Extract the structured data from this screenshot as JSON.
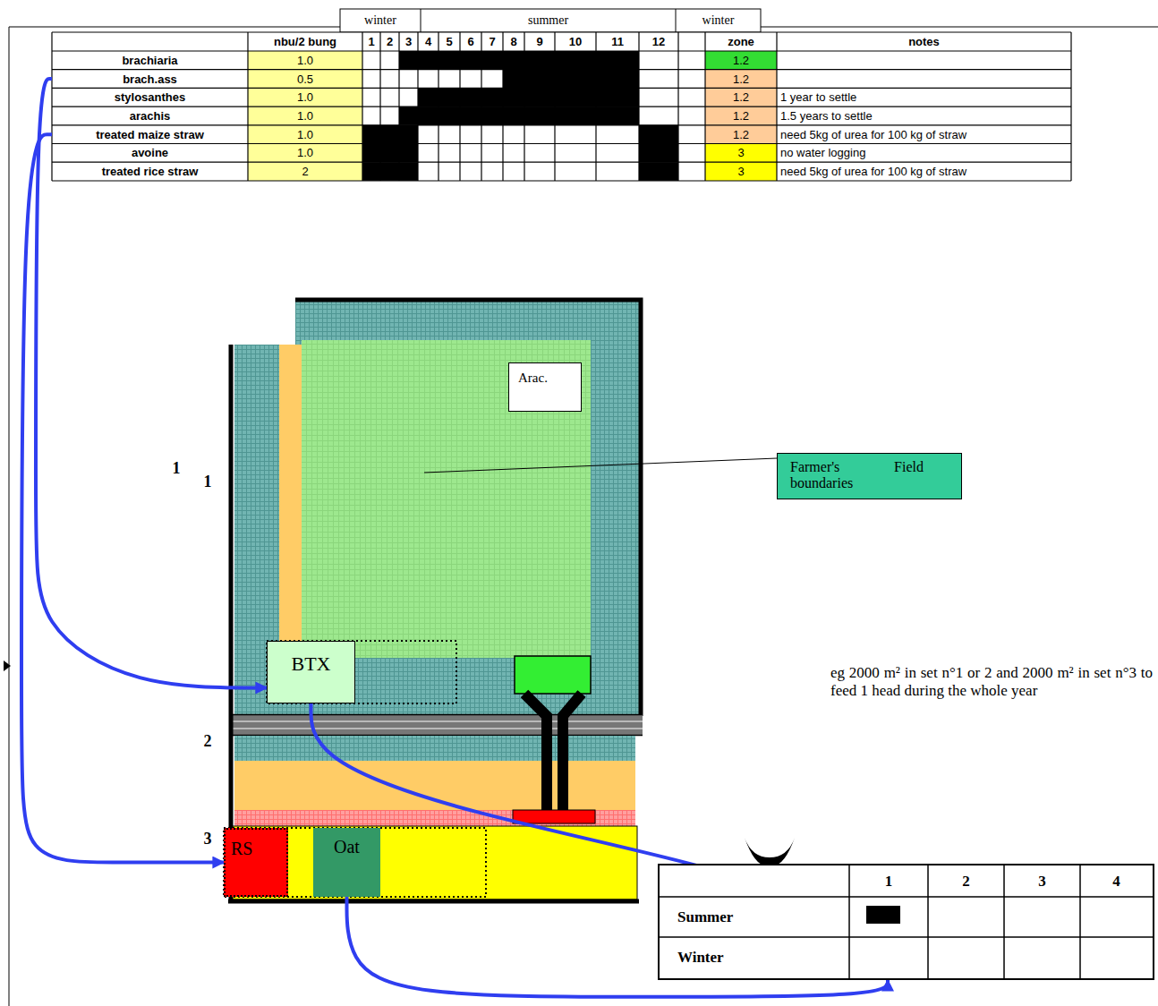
{
  "diagram": {
    "nodes": [
      {
        "text": [
          "brachiaria"
        ]
      },
      {
        "text": [
          "brach.ass"
        ]
      },
      {
        "text": [
          "stylosanthes"
        ]
      },
      {
        "text": [
          "arachis"
        ]
      },
      {
        "text": [
          "treated maize straw"
        ]
      },
      {
        "text": [
          "avoine"
        ]
      },
      {
        "text": [
          "treated rice straw"
        ]
      },
      {
        "text": [
          "Arac."
        ]
      },
      {
        "text": [
          "Farmer's Field boundaries"
        ]
      },
      {
        "text": [
          "BTX"
        ]
      },
      {
        "text": [
          "RS"
        ]
      },
      {
        "text": [
          "Oat"
        ]
      },
      {
        "text": [
          "1",
          "2",
          "3",
          "4",
          "Summer",
          "Winter"
        ]
      }
    ],
    "edges": [
      {
        "from": 1,
        "to": 9,
        "arrow": "to"
      },
      {
        "from": 4,
        "to": 10,
        "arrow": "to"
      },
      {
        "from": 9,
        "to": 12,
        "arrow": "to"
      },
      {
        "from": 11,
        "to": 12,
        "arrow": "to"
      }
    ],
    "labels": [
      "winter",
      "summer",
      "winter",
      "nbu/2 bung",
      "1",
      "2",
      "3",
      "4",
      "5",
      "6",
      "7",
      "8",
      "9",
      "10",
      "11",
      "12",
      "zone",
      "notes",
      "1.0",
      "1.2",
      "0.5",
      "1.2",
      "1.0",
      "1.2",
      "1 year to settle",
      "1.0",
      "1.2",
      "1.5 years to settle",
      "1.0",
      "1.2",
      "need 5kg of urea for 100 kg of straw",
      "1.0",
      "3",
      "no water logging",
      "2",
      "3",
      "need 5kg of urea for 100 kg of straw",
      "1",
      "1",
      "2",
      "3",
      "eg 2000 m² in set n°1 or 2 and 2000 m² in set n°3 to feed 1 head during the whole year"
    ]
  }
}
